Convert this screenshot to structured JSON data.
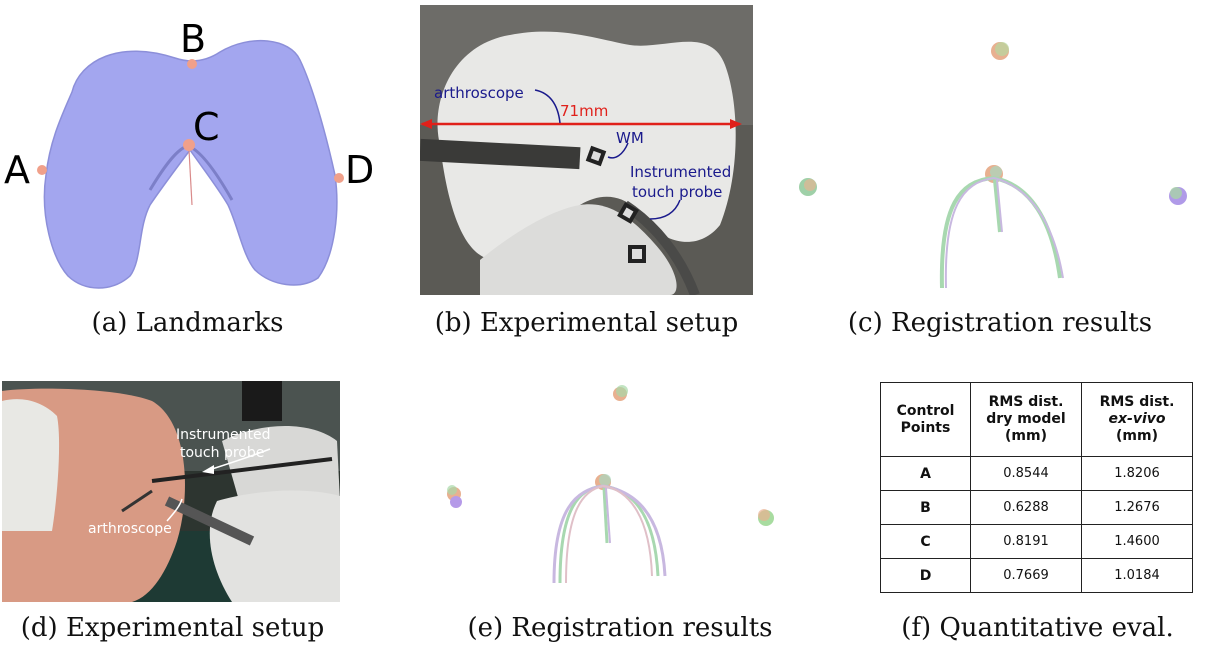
{
  "panels": {
    "a": {
      "caption": "(a) Landmarks",
      "landmarks": [
        "A",
        "B",
        "C",
        "D"
      ]
    },
    "b": {
      "caption": "(b) Experimental setup",
      "labels": {
        "arthroscope": "arthroscope",
        "distance": "71mm",
        "wm": "WM",
        "probe_line1": "Instrumented",
        "probe_line2": "touch probe"
      }
    },
    "c": {
      "caption": "(c) Registration results"
    },
    "d": {
      "caption": "(d) Experimental setup",
      "labels": {
        "probe_line1": "Instrumented",
        "probe_line2": "touch probe",
        "arthroscope": "arthroscope"
      }
    },
    "e": {
      "caption": "(e) Registration results"
    },
    "f": {
      "caption": "(f) Quantitative eval.",
      "table": {
        "header": {
          "col1": [
            "Control",
            "Points"
          ],
          "col2": [
            "RMS dist.",
            "dry model",
            "(mm)"
          ],
          "col3_line1": "RMS dist.",
          "col3_line2": "ex-vivo",
          "col3_line3": "(mm)"
        },
        "rows": [
          {
            "point": "A",
            "dry": "0.8544",
            "exvivo": "1.8206"
          },
          {
            "point": "B",
            "dry": "0.6288",
            "exvivo": "1.2676"
          },
          {
            "point": "C",
            "dry": "0.8191",
            "exvivo": "1.4600"
          },
          {
            "point": "D",
            "dry": "0.7669",
            "exvivo": "1.0184"
          }
        ]
      }
    }
  },
  "colors": {
    "bone": "#a3a6ef",
    "landmark": "#f0a08a",
    "annotation_blue": "#1a1a8c",
    "annotation_red": "#e0201a"
  }
}
